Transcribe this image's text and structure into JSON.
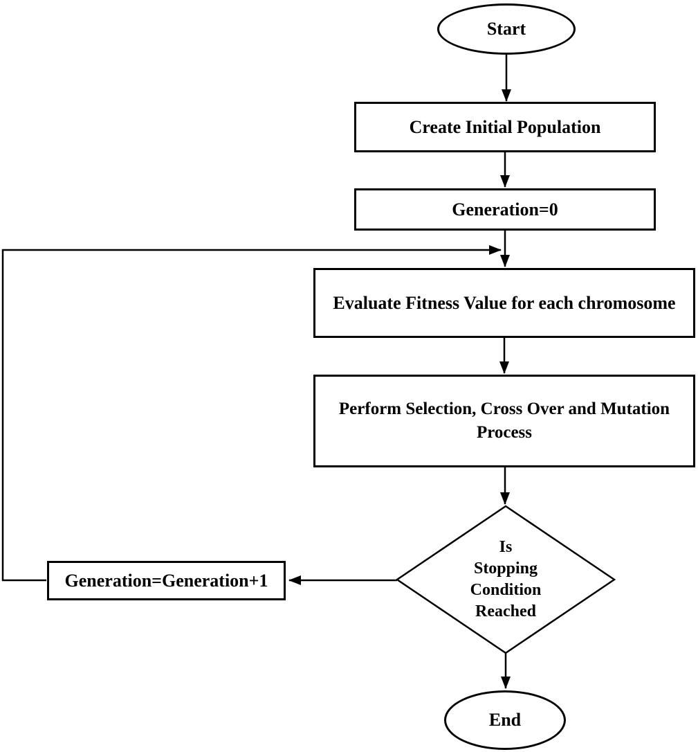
{
  "flowchart": {
    "background_color": "#ffffff",
    "line_color": "#000000",
    "text_color": "#000000",
    "nodes": {
      "start": {
        "type": "terminator",
        "label": "Start"
      },
      "create_population": {
        "type": "process",
        "label": "Create Initial Population"
      },
      "generation_zero": {
        "type": "process",
        "label": "Generation=0"
      },
      "evaluate_fitness": {
        "type": "process",
        "label": "Evaluate Fitness Value for each chromosome"
      },
      "perform_operators": {
        "type": "process",
        "label": "Perform Selection, Cross Over and Mutation Process",
        "lines": [
          "Perform Selection, Cross Over and Mutation",
          "Process"
        ]
      },
      "stopping_condition": {
        "type": "decision",
        "label": "Is Stopping Condition Reached",
        "lines": [
          "Is",
          "Stopping",
          "Condition",
          "Reached"
        ]
      },
      "increment_generation": {
        "type": "process",
        "label": "Generation=Generation+1"
      },
      "end": {
        "type": "terminator",
        "label": "End"
      }
    },
    "edges": [
      {
        "from": "start",
        "to": "create_population"
      },
      {
        "from": "create_population",
        "to": "generation_zero"
      },
      {
        "from": "generation_zero",
        "to": "evaluate_fitness"
      },
      {
        "from": "evaluate_fitness",
        "to": "perform_operators"
      },
      {
        "from": "perform_operators",
        "to": "stopping_condition"
      },
      {
        "from": "stopping_condition",
        "to": "increment_generation"
      },
      {
        "from": "increment_generation",
        "to": "evaluate_fitness"
      },
      {
        "from": "stopping_condition",
        "to": "end"
      }
    ]
  }
}
